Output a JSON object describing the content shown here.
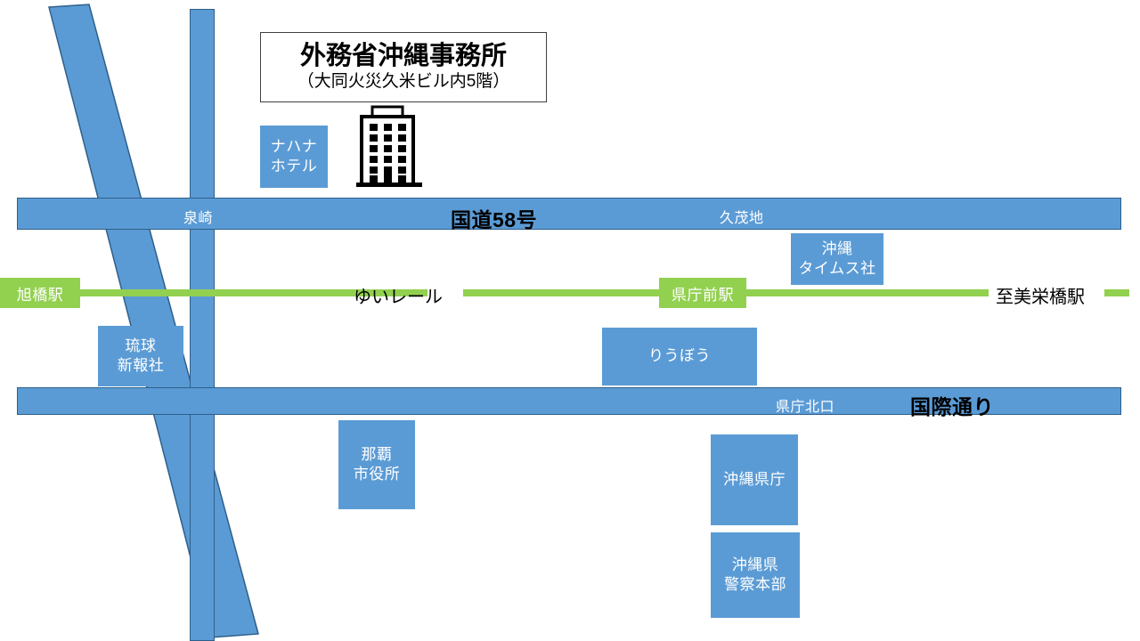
{
  "title": {
    "main": "外務省沖縄事務所",
    "sub": "（大同火災久米ビル内5階）"
  },
  "icons": {
    "building": "office-building-icon"
  },
  "roads": [
    {
      "id": "road-vertical",
      "name": "vertical-road",
      "label": ""
    },
    {
      "id": "road-58",
      "name": "national-route-58",
      "label": "国道58号"
    },
    {
      "id": "road-kokusai",
      "name": "kokusai-dori",
      "label": "国際通り"
    },
    {
      "id": "road-diagonal",
      "name": "diagonal-road",
      "label": ""
    }
  ],
  "road_labels": {
    "izumizaki": "泉崎",
    "route58": "国道58号",
    "kumoji": "久茂地",
    "kencho_kitaguchi": "県庁北口",
    "kokusai_dori": "国際通り"
  },
  "monorail": {
    "line_name": "ゆいレール",
    "toward_label": "至美栄橋駅",
    "stations": [
      {
        "name": "旭橋駅"
      },
      {
        "name": "県庁前駅"
      }
    ]
  },
  "places": [
    {
      "key": "nahana",
      "line1": "ナハナ",
      "line2": "ホテル"
    },
    {
      "key": "times",
      "line1": "沖縄",
      "line2": "タイムス社"
    },
    {
      "key": "ryukyushimpo",
      "line1": "琉球",
      "line2": "新報社"
    },
    {
      "key": "ryubo",
      "line1": "りうぼう",
      "line2": ""
    },
    {
      "key": "nahacity",
      "line1": "那覇",
      "line2": "市役所"
    },
    {
      "key": "kencho",
      "line1": "沖縄県庁",
      "line2": ""
    },
    {
      "key": "police",
      "line1": "沖縄県",
      "line2": "警察本部"
    }
  ],
  "colors": {
    "road_fill": "#5B9BD5",
    "road_border": "#2E5F8A",
    "rail_green": "#92D050",
    "text_dark": "#000000",
    "text_light": "#FFFFFF",
    "background": "#FFFFFF"
  }
}
